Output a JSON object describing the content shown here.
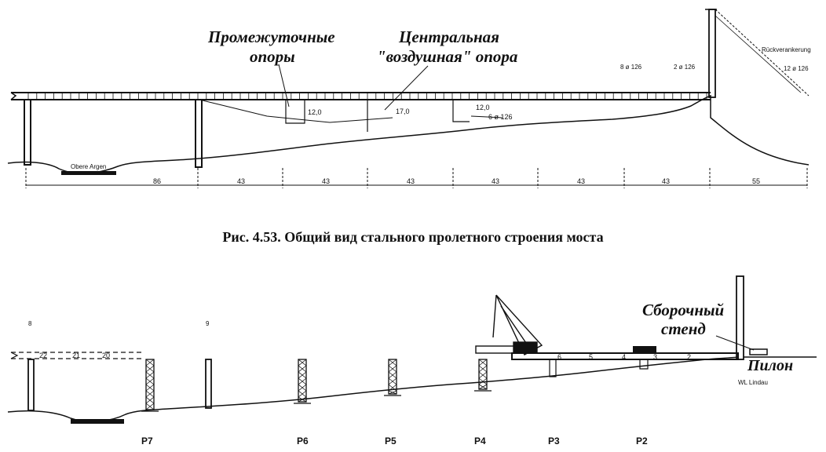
{
  "top_figure": {
    "label_intermediate_supports": [
      "Промежуточные",
      "опоры"
    ],
    "label_central_air_support": [
      "Центральная",
      "\"воздушная\" опора"
    ],
    "river_label": "Obere Argen",
    "anchor_label": "Rückverankerung",
    "cable_labels": [
      "8 ø 126",
      "2 ø 126",
      "12 ø 126",
      "6 ø 126"
    ],
    "strut_heights": [
      "12,0",
      "17,0",
      "12,0"
    ],
    "spans": [
      "86",
      "43",
      "43",
      "43",
      "43",
      "43",
      "43",
      "55"
    ]
  },
  "caption": "Рис. 4.53. Общий вид стального пролетного строения моста",
  "bottom_figure": {
    "marker_a": "8",
    "marker_b": "9",
    "segments_left": [
      "22",
      "21",
      "20"
    ],
    "segments_right": [
      "6",
      "5",
      "4",
      "3",
      "2"
    ],
    "assembly_stand_label": [
      "Сборочный",
      "стенд"
    ],
    "pylon_label": "Пилон",
    "water_level_label": "WL Lindau",
    "piers": [
      "P7",
      "P6",
      "P5",
      "P4",
      "P3",
      "P2"
    ]
  }
}
